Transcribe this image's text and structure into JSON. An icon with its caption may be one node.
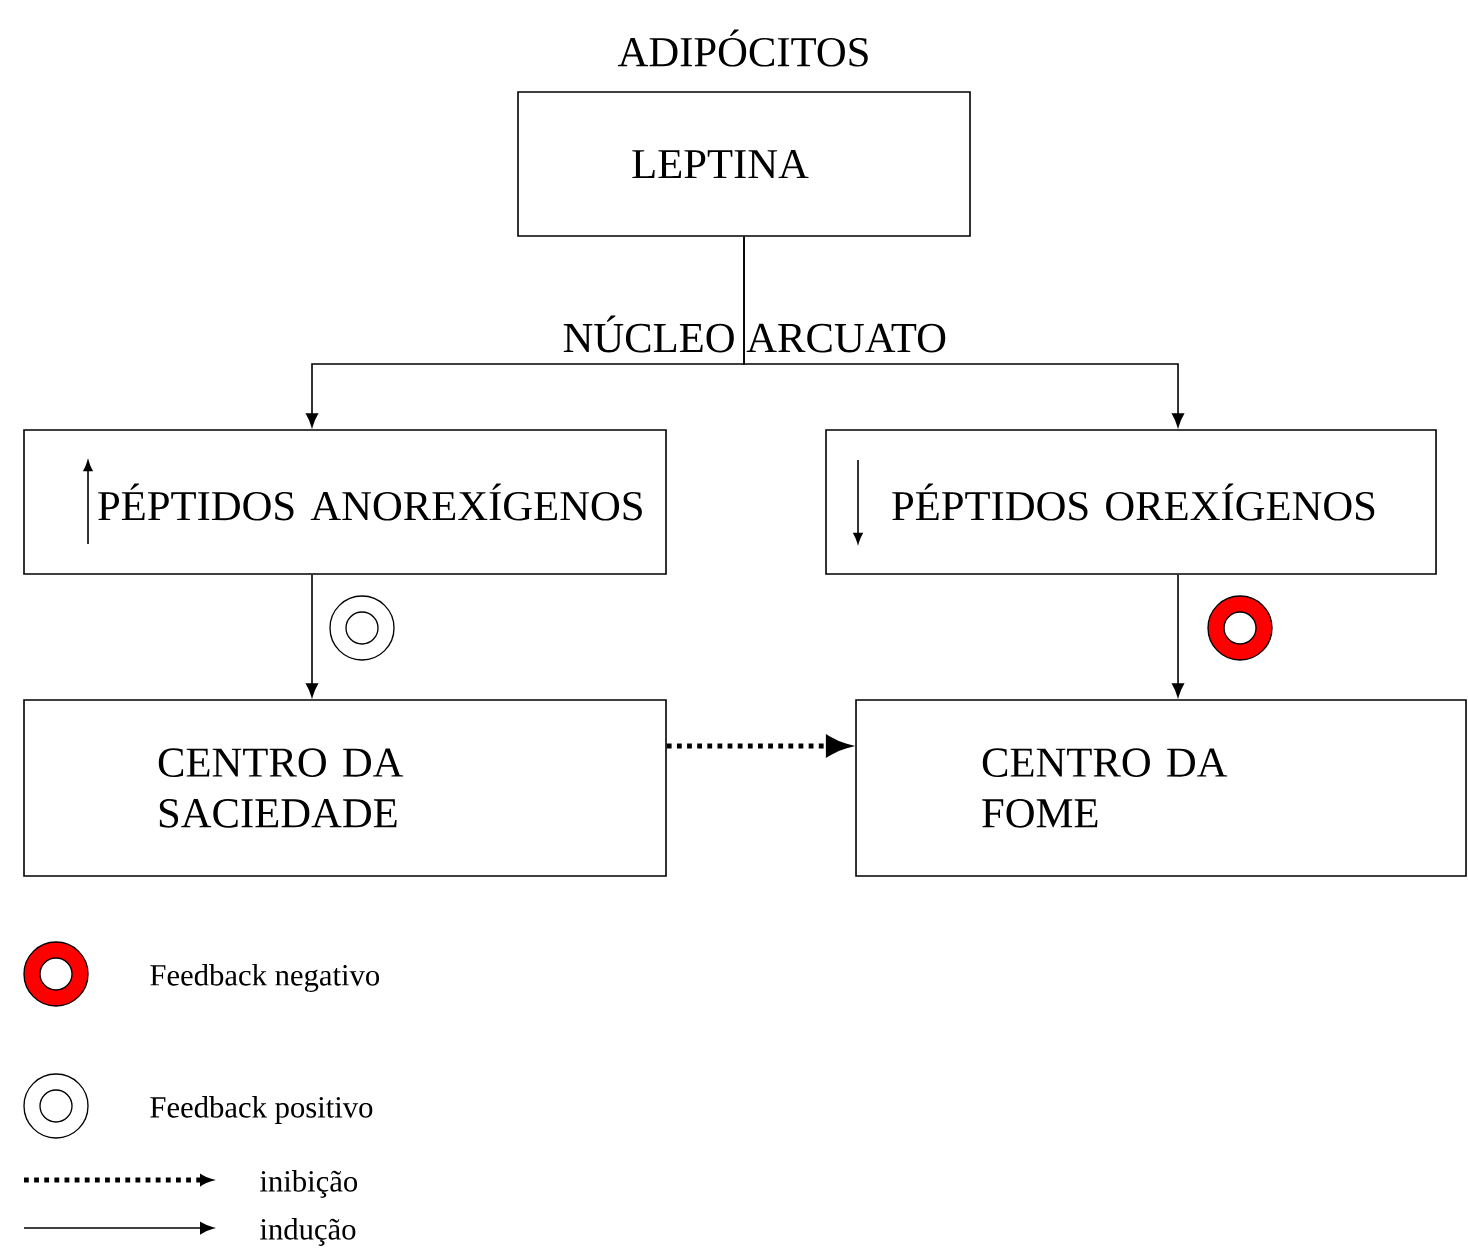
{
  "diagram": {
    "nodes": [
      {
        "text": [
          "ADIPÓCITOS",
          "LEPTINA"
        ]
      },
      {
        "text": [
          "PÉPTIDOS ANOREXÍGENOS"
        ]
      },
      {
        "text": [
          "PÉPTIDOS OREXÍGENOS"
        ]
      },
      {
        "text": [
          "CENTRO DA SACIEDADE"
        ]
      },
      {
        "text": [
          "CENTRO DA FOME"
        ]
      }
    ],
    "edges": [
      {
        "from": 0,
        "to": 1,
        "arrow": "to"
      },
      {
        "from": 0,
        "to": 2,
        "arrow": "to"
      },
      {
        "from": 1,
        "to": 3,
        "arrow": "to"
      },
      {
        "from": 2,
        "to": 4,
        "arrow": "to"
      },
      {
        "from": 3,
        "to": 4,
        "arrow": "to",
        "style": "dashed"
      }
    ],
    "labels": [
      "NÚCLEO ARCUATO"
    ],
    "legend": [
      {
        "text": "Feedback negativo"
      },
      {
        "text": "Feedback positivo"
      },
      {
        "text": "inibição"
      },
      {
        "text": "indução"
      }
    ]
  }
}
